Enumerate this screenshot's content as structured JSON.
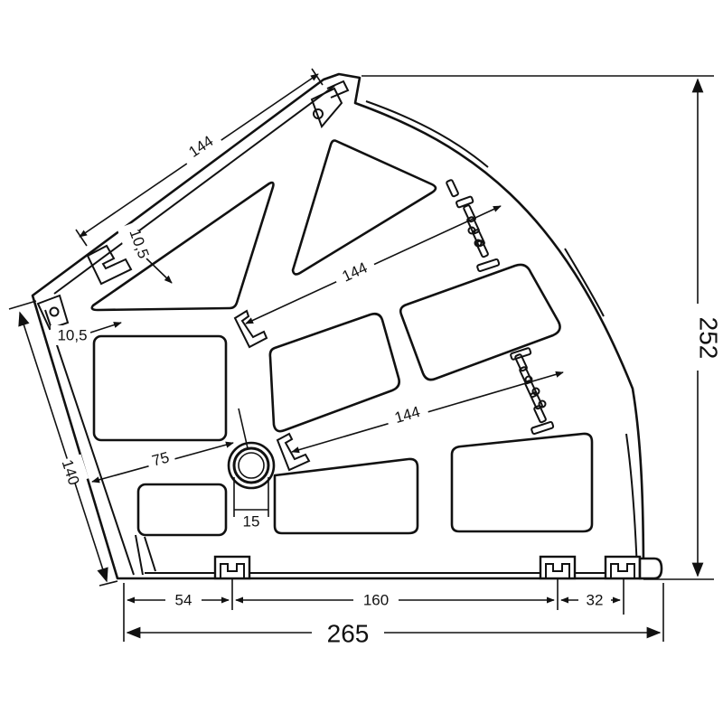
{
  "dimensions": {
    "total_width": "265",
    "total_height": "252",
    "left_edge": "140",
    "offset_left": "54",
    "span_middle": "160",
    "offset_right": "32",
    "top_edge": "144",
    "diag_upper": "144",
    "diag_lower": "144",
    "hole_offset": "75",
    "hole_diameter": "15",
    "wall_upper": "10,5",
    "wall_left": "10,5"
  },
  "colors": {
    "line": "#111111",
    "background": "#ffffff"
  }
}
